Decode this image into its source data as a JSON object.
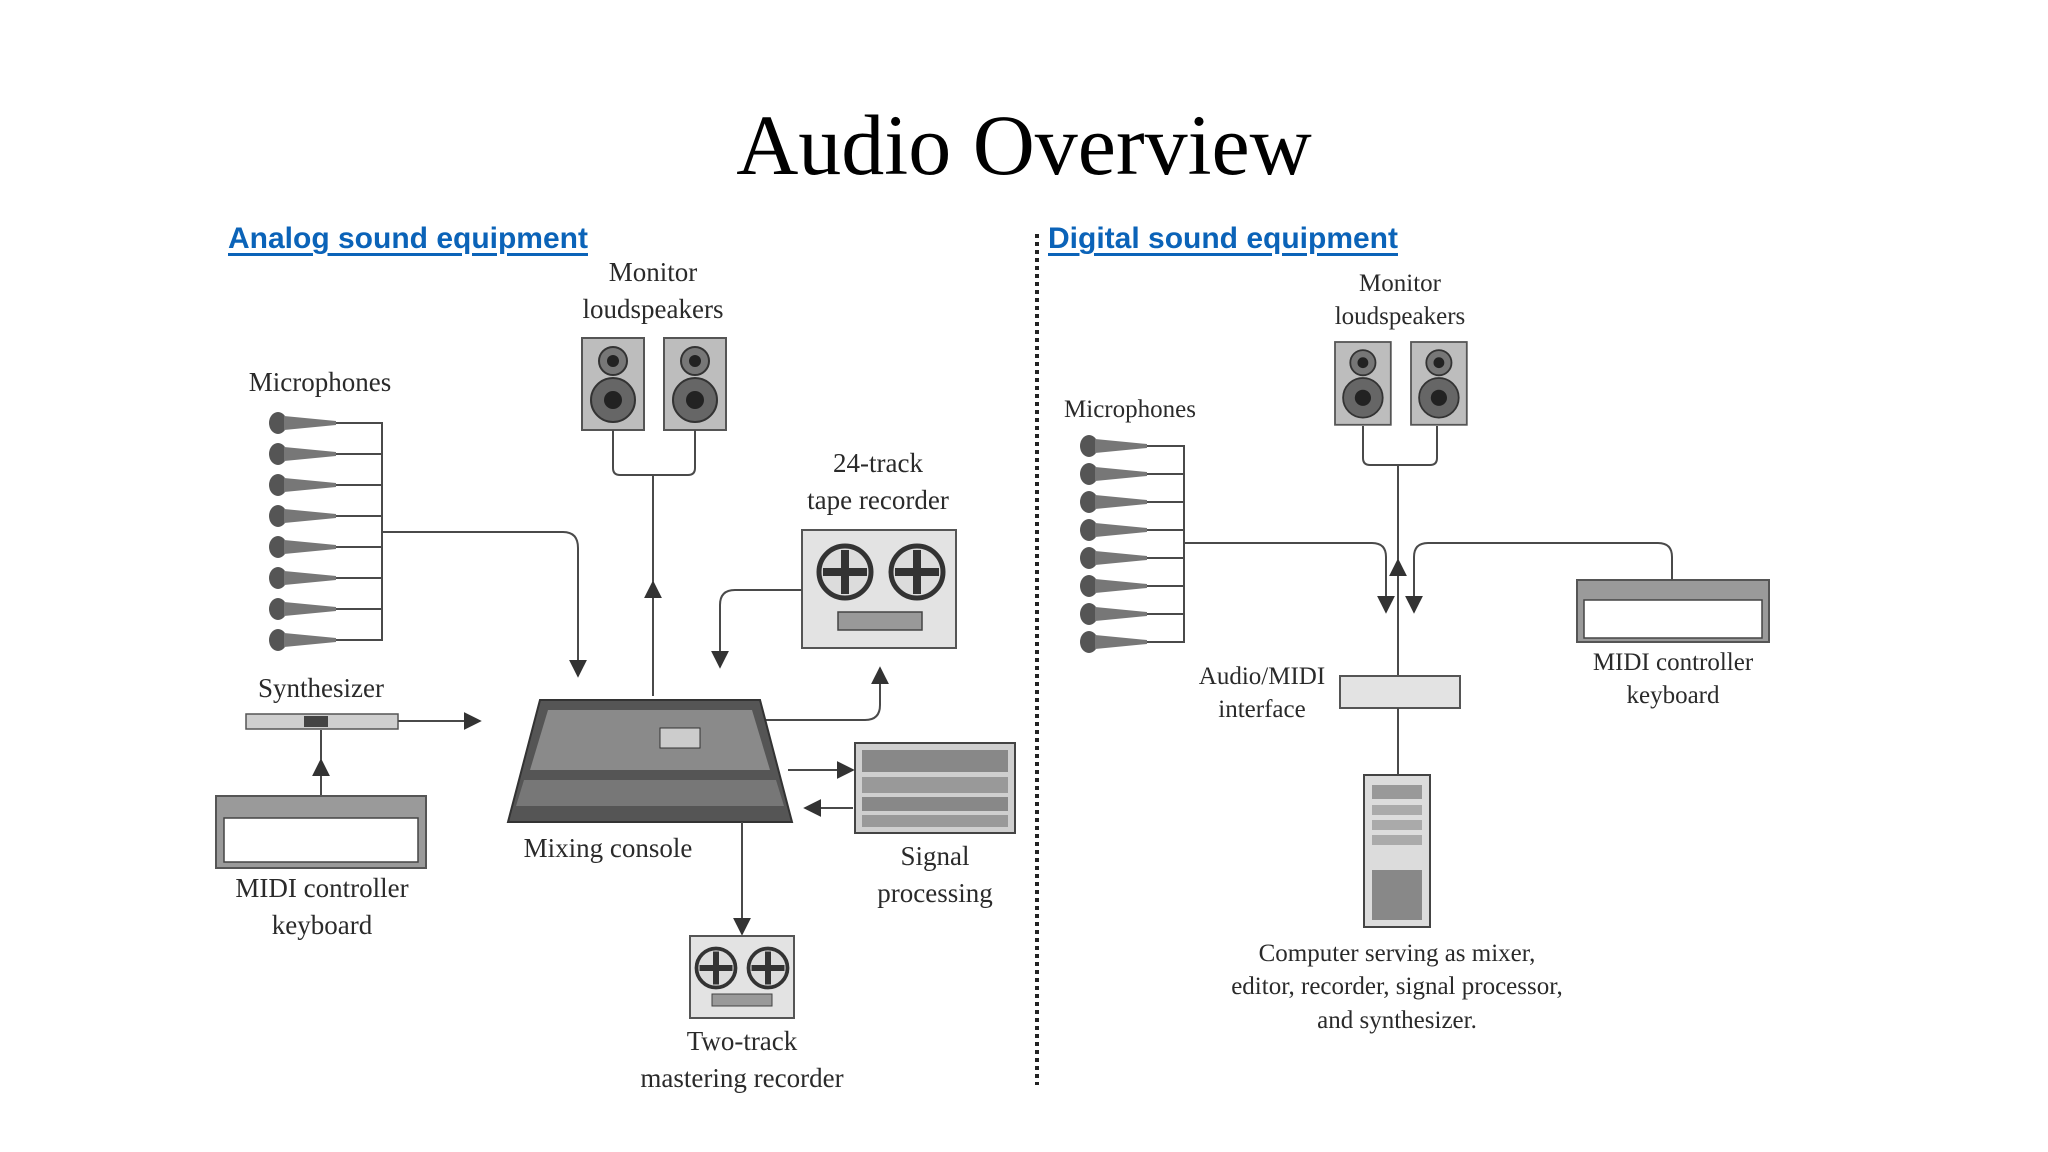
{
  "title": "Audio Overview",
  "analog": {
    "heading": "Analog sound equipment",
    "monitor": [
      "Monitor",
      "loudspeakers"
    ],
    "microphones": "Microphones",
    "synthesizer": "Synthesizer",
    "tape_recorder": [
      "24-track",
      "tape recorder"
    ],
    "midi_keyboard": [
      "MIDI controller",
      "keyboard"
    ],
    "mixing_console": "Mixing console",
    "signal_processing": [
      "Signal",
      "processing"
    ],
    "two_track": [
      "Two-track",
      "mastering recorder"
    ]
  },
  "digital": {
    "heading": "Digital sound equipment",
    "monitor": [
      "Monitor",
      "loudspeakers"
    ],
    "microphones": "Microphones",
    "audio_midi": [
      "Audio/MIDI",
      "interface"
    ],
    "midi_keyboard": [
      "MIDI controller",
      "keyboard"
    ],
    "computer": [
      "Computer serving as mixer,",
      "editor, recorder, signal processor,",
      "and synthesizer."
    ]
  },
  "colors": {
    "heading": "#0b63b8",
    "divider": "#222222",
    "wire": "#4a4a4a"
  }
}
